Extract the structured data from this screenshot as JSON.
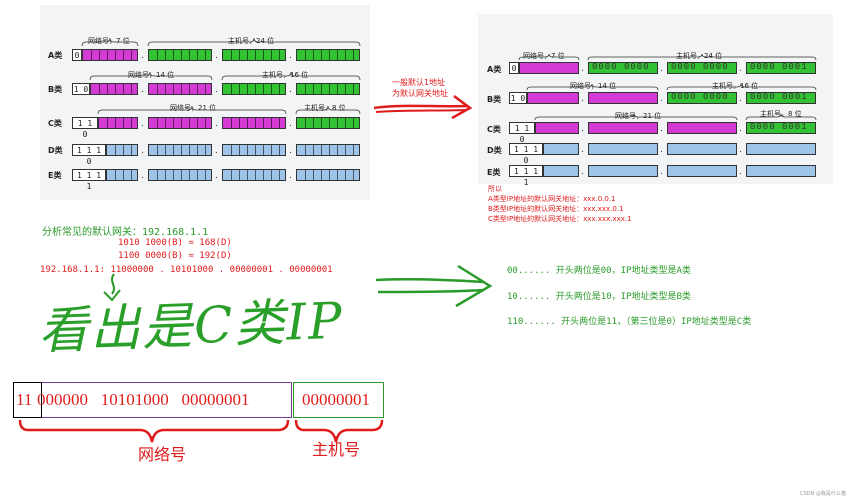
{
  "left_panel": {
    "rows": [
      {
        "class_label": "A类",
        "prefix": "0",
        "brackets": [
          {
            "text": "网络号，7 位"
          },
          {
            "text": "主机号，24 位"
          }
        ]
      },
      {
        "class_label": "B类",
        "prefix": "1 0",
        "brackets": [
          {
            "text": "网络号，14 位"
          },
          {
            "text": "主机号，16 位"
          }
        ]
      },
      {
        "class_label": "C类",
        "prefix": "1 1 0",
        "brackets": [
          {
            "text": "网络号，21 位"
          },
          {
            "text": "主机号，8 位"
          }
        ]
      },
      {
        "class_label": "D类",
        "prefix": "1 1 1 0",
        "brackets": []
      },
      {
        "class_label": "E类",
        "prefix": "1 1 1 1",
        "brackets": []
      }
    ]
  },
  "right_panel": {
    "rows": [
      {
        "class_label": "A类",
        "prefix": "0",
        "host_groups": [
          "0000 0000",
          "0000 0000",
          "0000 0001"
        ]
      },
      {
        "class_label": "B类",
        "prefix": "1 0",
        "host_groups": [
          "0000 0000",
          "0000 0001"
        ]
      },
      {
        "class_label": "C类",
        "prefix": "1 1 0",
        "host_groups": [
          "0000 0001"
        ]
      },
      {
        "class_label": "D类",
        "prefix": "1 1 1 0",
        "host_groups": []
      },
      {
        "class_label": "E类",
        "prefix": "1 1 1 1",
        "host_groups": []
      }
    ],
    "brackets": [
      "网络号，7 位",
      "主机号，24 位",
      "网络号，14 位",
      "主机号，16 位",
      "网络号，21 位",
      "主机号，8 位"
    ],
    "notes": {
      "title": "所以",
      "lines": [
        "A类型IP地址的默认网关地址：xxx.0.0.1",
        "B类型IP地址的默认网关地址：xxx.xxx.0.1",
        "C类型IP地址的默认网关地址：xxx.xxx.xxx.1"
      ]
    }
  },
  "arrow_note": {
    "line1": "一般默认1地址",
    "line2": "为默认网关地址"
  },
  "analysis": {
    "title": "分析常见的默认网关：192.168.1.1",
    "calc1": "1010 1000(B) = 168(D)",
    "calc2": "1100 0000(B) = 192(D)",
    "binary_line": "192.168.1.1: 11000000 . 10101000 . 00000001 . 00000001",
    "handwriting": "看出是C类IP"
  },
  "rules": [
    "00......  开头两位是00，IP地址类型是A类",
    "10......  开头两位是10，IP地址类型是B类",
    "110......  开头两位是11，（第三位是0）IP地址类型是C类"
  ],
  "bottom": {
    "lead_bits": "11",
    "network_bits": "000000   10101000   00000001",
    "host_bits": "00000001",
    "network_label": "网络号",
    "host_label": "主机号"
  },
  "watermark": "CSDN @我是什么猫",
  "colors": {
    "network_segment": "#d43bd4",
    "host_segment": "#33c233",
    "class_de_segment": "#9ec5e8",
    "annotation_red": "#e01b1b",
    "rule_green": "#2a9a2a",
    "network_box": "#7a3a9a",
    "host_box": "#2a9a2a",
    "bracket_red": "#e01b1b"
  }
}
